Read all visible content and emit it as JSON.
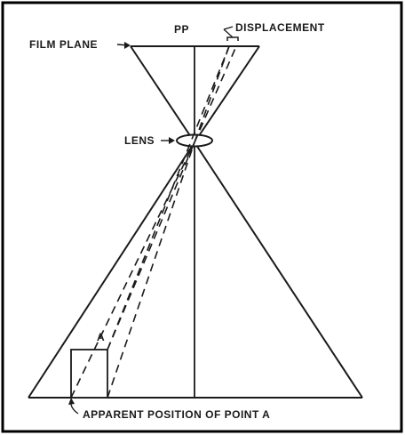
{
  "labels": {
    "film_plane": "FILM PLANE",
    "pp": "PP",
    "displacement": "DISPLACEMENT",
    "lens": "LENS",
    "point_a": "A",
    "apparent_position": "APPARENT POSITION OF POINT A"
  },
  "colors": {
    "line": "#1a1a1a",
    "border": "#000000",
    "background": "#ffffff"
  }
}
